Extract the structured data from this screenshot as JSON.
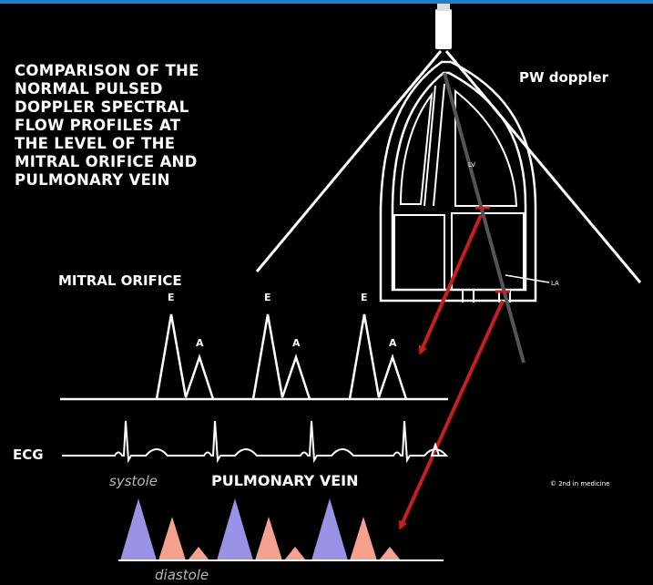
{
  "title_lines": [
    "COMPARISON OF THE",
    "NORMAL PULSED",
    "DOPPLER SPECTRAL",
    "FLOW PROFILES AT",
    "THE LEVEL OF THE",
    "MITRAL ORIFICE AND",
    "PULMONARY VEIN"
  ],
  "probe_label": "PW doppler",
  "chamber_labels": {
    "lv": "LV",
    "la": "LA"
  },
  "mitral": {
    "label": "MITRAL ORIFICE",
    "e_label": "E",
    "a_label": "A",
    "cycles": 3
  },
  "ecg": {
    "label": "ECG"
  },
  "pulmonary": {
    "label": "PULMONARY VEIN",
    "systole_label": "systole",
    "diastole_label": "diastole",
    "cycles": 3
  },
  "copyright": "© 2nd in medicine",
  "colors": {
    "background_band": "#1f7fd0",
    "panel": "#000000",
    "lines": "#ffffff",
    "arrow": "#c81e1e",
    "systole_fill": "#9a92e6",
    "diastole_fill": "#f6a08e"
  }
}
